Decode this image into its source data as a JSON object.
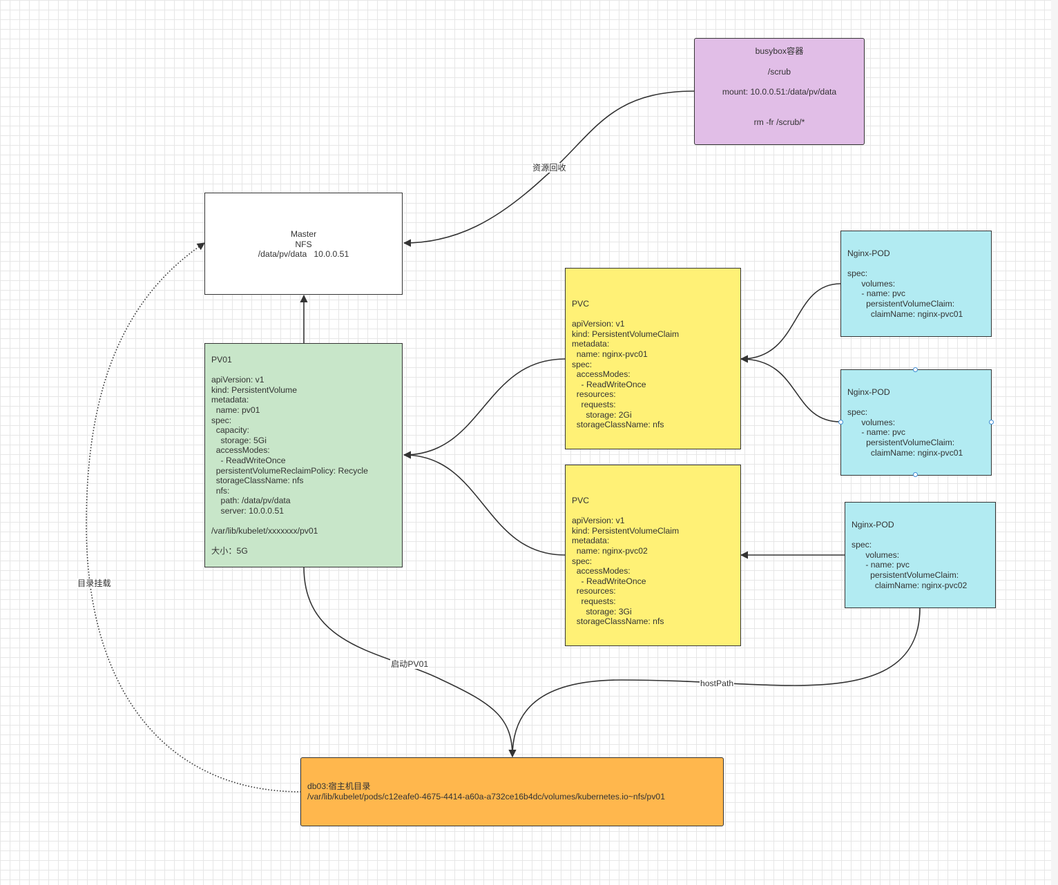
{
  "colors": {
    "busybox": "#e1bee7",
    "master": "#ffffff",
    "pv": "#c8e6c9",
    "pvc": "#fff176",
    "pod": "#b2ebf2",
    "host": "#ffb74d",
    "line": "#333333"
  },
  "nodes": {
    "busybox": {
      "title": "busybox容器",
      "path": "/scrub",
      "mount": "mount: 10.0.0.51:/data/pv/data",
      "cmd": "rm -fr /scrub/*"
    },
    "master": {
      "text": "Master\nNFS\n/data/pv/data   10.0.0.51"
    },
    "pv01": {
      "text": "PV01\n\napiVersion: v1\nkind: PersistentVolume\nmetadata:\n  name: pv01\nspec:\n  capacity:\n    storage: 5Gi\n  accessModes:\n    - ReadWriteOnce\n  persistentVolumeReclaimPolicy: Recycle\n  storageClassName: nfs\n  nfs:\n    path: /data/pv/data\n    server: 10.0.0.51\n\n/var/lib/kubelet/xxxxxxx/pv01\n\n大小：5G"
    },
    "pvc01": {
      "text": "PVC\n\napiVersion: v1\nkind: PersistentVolumeClaim\nmetadata:\n  name: nginx-pvc01\nspec:\n  accessModes:\n    - ReadWriteOnce\n  resources:\n    requests:\n      storage: 2Gi\n  storageClassName: nfs"
    },
    "pvc02": {
      "text": "PVC\n\napiVersion: v1\nkind: PersistentVolumeClaim\nmetadata:\n  name: nginx-pvc02\nspec:\n  accessModes:\n    - ReadWriteOnce\n  resources:\n    requests:\n      storage: 3Gi\n  storageClassName: nfs"
    },
    "pod1": {
      "text": "Nginx-POD\n\nspec:\n      volumes:\n      - name: pvc\n        persistentVolumeClaim:\n          claimName: nginx-pvc01"
    },
    "pod2": {
      "text": "Nginx-POD\n\nspec:\n      volumes:\n      - name: pvc\n        persistentVolumeClaim:\n          claimName: nginx-pvc01"
    },
    "pod3": {
      "text": "Nginx-POD\n\nspec:\n      volumes:\n      - name: pvc\n        persistentVolumeClaim:\n          claimName: nginx-pvc02"
    },
    "host": {
      "line1": "db03:宿主机目录",
      "line2": "/var/lib/kubelet/pods/c12eafe0-4675-4414-a60a-a732ce16b4dc/volumes/kubernetes.io~nfs/pv01"
    }
  },
  "edges": {
    "reclaim": "资源回收",
    "mount_dir": "目录挂载",
    "start_pv": "启动PV01",
    "hostpath": "hostPath"
  }
}
